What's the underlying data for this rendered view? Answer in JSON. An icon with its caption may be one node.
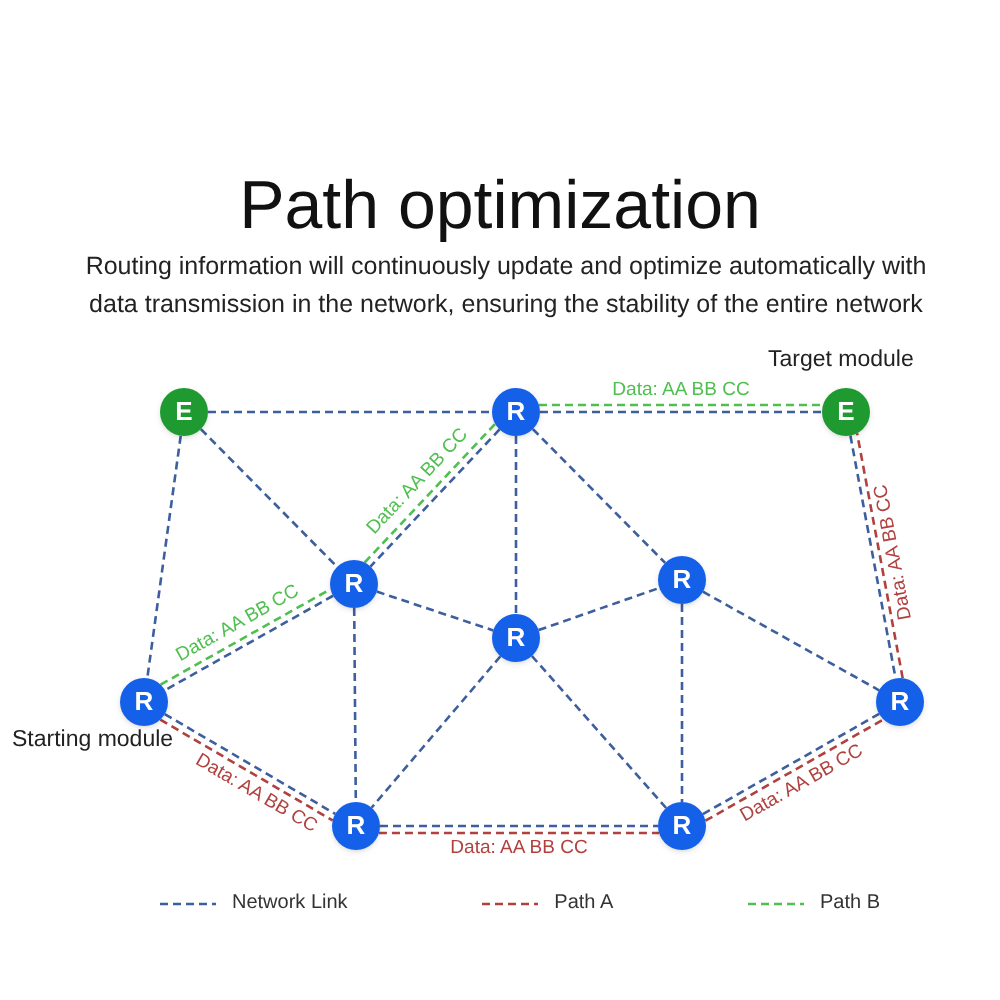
{
  "diagram": {
    "title": "Path optimization",
    "nodes": [
      {
        "text": [
          "E"
        ]
      },
      {
        "text": [
          "R"
        ]
      },
      {
        "text": [
          "E"
        ],
        "beside": [
          "Target module"
        ]
      },
      {
        "text": [
          "R"
        ]
      },
      {
        "text": [
          "R"
        ]
      },
      {
        "text": [
          "R"
        ]
      },
      {
        "text": [
          "R"
        ],
        "beside": [
          "Starting module"
        ]
      },
      {
        "text": [
          "R"
        ]
      },
      {
        "text": [
          "R"
        ]
      },
      {
        "text": [
          "R"
        ]
      }
    ],
    "edges": [
      {
        "from": 0,
        "to": 1,
        "arrow": "none"
      },
      {
        "from": 0,
        "to": 3,
        "arrow": "none"
      },
      {
        "from": 0,
        "to": 6,
        "arrow": "none"
      },
      {
        "from": 1,
        "to": 3,
        "arrow": "none"
      },
      {
        "from": 1,
        "to": 2,
        "arrow": "none"
      },
      {
        "from": 1,
        "to": 5,
        "arrow": "none"
      },
      {
        "from": 1,
        "to": 4,
        "arrow": "none"
      },
      {
        "from": 3,
        "to": 6,
        "arrow": "none"
      },
      {
        "from": 3,
        "to": 5,
        "arrow": "none"
      },
      {
        "from": 3,
        "to": 8,
        "arrow": "none"
      },
      {
        "from": 5,
        "to": 4,
        "arrow": "none"
      },
      {
        "from": 4,
        "to": 9,
        "arrow": "none"
      },
      {
        "from": 4,
        "to": 7,
        "arrow": "none"
      },
      {
        "from": 2,
        "to": 7,
        "arrow": "none"
      },
      {
        "from": 5,
        "to": 8,
        "arrow": "none"
      },
      {
        "from": 5,
        "to": 9,
        "arrow": "none"
      },
      {
        "from": 6,
        "to": 8,
        "arrow": "none"
      },
      {
        "from": 8,
        "to": 9,
        "arrow": "none"
      },
      {
        "from": 9,
        "to": 7,
        "arrow": "none"
      },
      {
        "from": 6,
        "to": 8,
        "arrow": "none",
        "label": "Data: AA BB CC",
        "color": "#b0413e"
      },
      {
        "from": 8,
        "to": 9,
        "arrow": "none",
        "label": "Data: AA BB CC",
        "color": "#b0413e"
      },
      {
        "from": 9,
        "to": 7,
        "arrow": "none",
        "label": "Data: AA BB CC",
        "color": "#b0413e"
      },
      {
        "from": 7,
        "to": 2,
        "arrow": "none",
        "label": "Data: AA BB CC",
        "color": "#b0413e"
      },
      {
        "from": 6,
        "to": 3,
        "arrow": "none",
        "label": "Data: AA BB CC",
        "color": "#4fbf4f"
      },
      {
        "from": 3,
        "to": 1,
        "arrow": "none",
        "label": "Data: AA BB CC",
        "color": "#4fbf4f"
      },
      {
        "from": 1,
        "to": 2,
        "arrow": "none",
        "label": "Data: AA BB CC",
        "color": "#4fbf4f"
      }
    ],
    "labels": [
      "Routing information will continuously update and optimize automatically with data transmission in the network, ensuring the stability of the entire network"
    ],
    "legend": [
      {
        "text": "Network Link"
      },
      {
        "text": "Path A"
      },
      {
        "text": "Path B"
      }
    ]
  }
}
